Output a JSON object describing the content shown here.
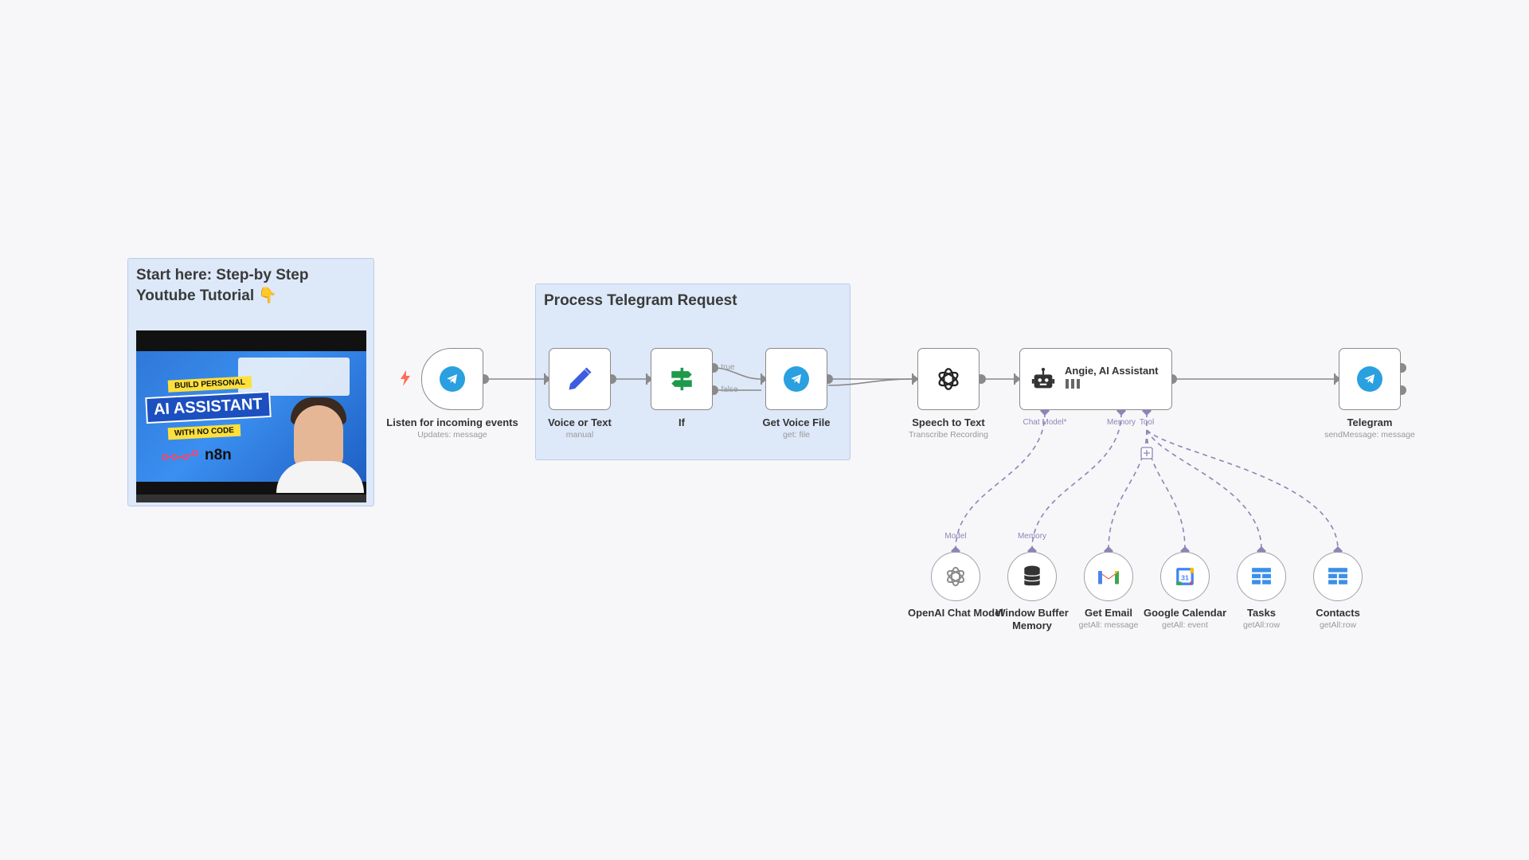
{
  "sticky_tutorial": {
    "title_line1": "Start here: Step-by Step",
    "title_line2": "Youtube Tutorial 👇",
    "video": {
      "badge_top": "BUILD PERSONAL",
      "headline": "AI ASSISTANT",
      "badge_bottom": "WITH NO CODE",
      "brand": "n8n"
    }
  },
  "sticky_process": {
    "title": "Process Telegram Request"
  },
  "nodes": {
    "listen": {
      "label": "Listen for incoming events",
      "sub": "Updates: message",
      "icon": "telegram-icon"
    },
    "voice_or_text": {
      "label": "Voice or Text",
      "sub": "manual",
      "icon": "pencil-icon"
    },
    "if": {
      "label": "If",
      "icon": "signpost-icon",
      "out_true": "true",
      "out_false": "false"
    },
    "get_voice_file": {
      "label": "Get Voice File",
      "sub": "get: file",
      "icon": "telegram-icon"
    },
    "speech_to_text": {
      "label": "Speech to Text",
      "sub": "Transcribe Recording",
      "icon": "openai-icon"
    },
    "assistant": {
      "title": "Angie, AI Assistant",
      "icon": "robot-icon",
      "ports": [
        "Chat Model*",
        "Memory",
        "Tool"
      ]
    },
    "telegram": {
      "label": "Telegram",
      "sub": "sendMessage: message",
      "icon": "telegram-icon"
    }
  },
  "sub_nodes": [
    {
      "label": "OpenAI Chat Model",
      "sub": "",
      "port_label": "Model",
      "icon": "openai-icon"
    },
    {
      "label": "Window Buffer",
      "label2": "Memory",
      "sub": "",
      "port_label": "Memory",
      "icon": "database-icon"
    },
    {
      "label": "Get Email",
      "sub": "getAll: message",
      "port_label": "",
      "icon": "gmail-icon"
    },
    {
      "label": "Google Calendar",
      "sub": "getAll: event",
      "port_label": "",
      "icon": "calendar-icon"
    },
    {
      "label": "Tasks",
      "sub": "getAll:row",
      "port_label": "",
      "icon": "table-icon"
    },
    {
      "label": "Contacts",
      "sub": "getAll:row",
      "port_label": "",
      "icon": "table-icon"
    }
  ],
  "colors": {
    "canvas": "#f7f7f9",
    "sticky": "#dde8f8",
    "telegram": "#2aa0e0",
    "pencil": "#3d5ce0",
    "if_green": "#1e9a4a",
    "trigger_bolt": "#ff6d5a",
    "ai_connection": "#8a86b8"
  }
}
